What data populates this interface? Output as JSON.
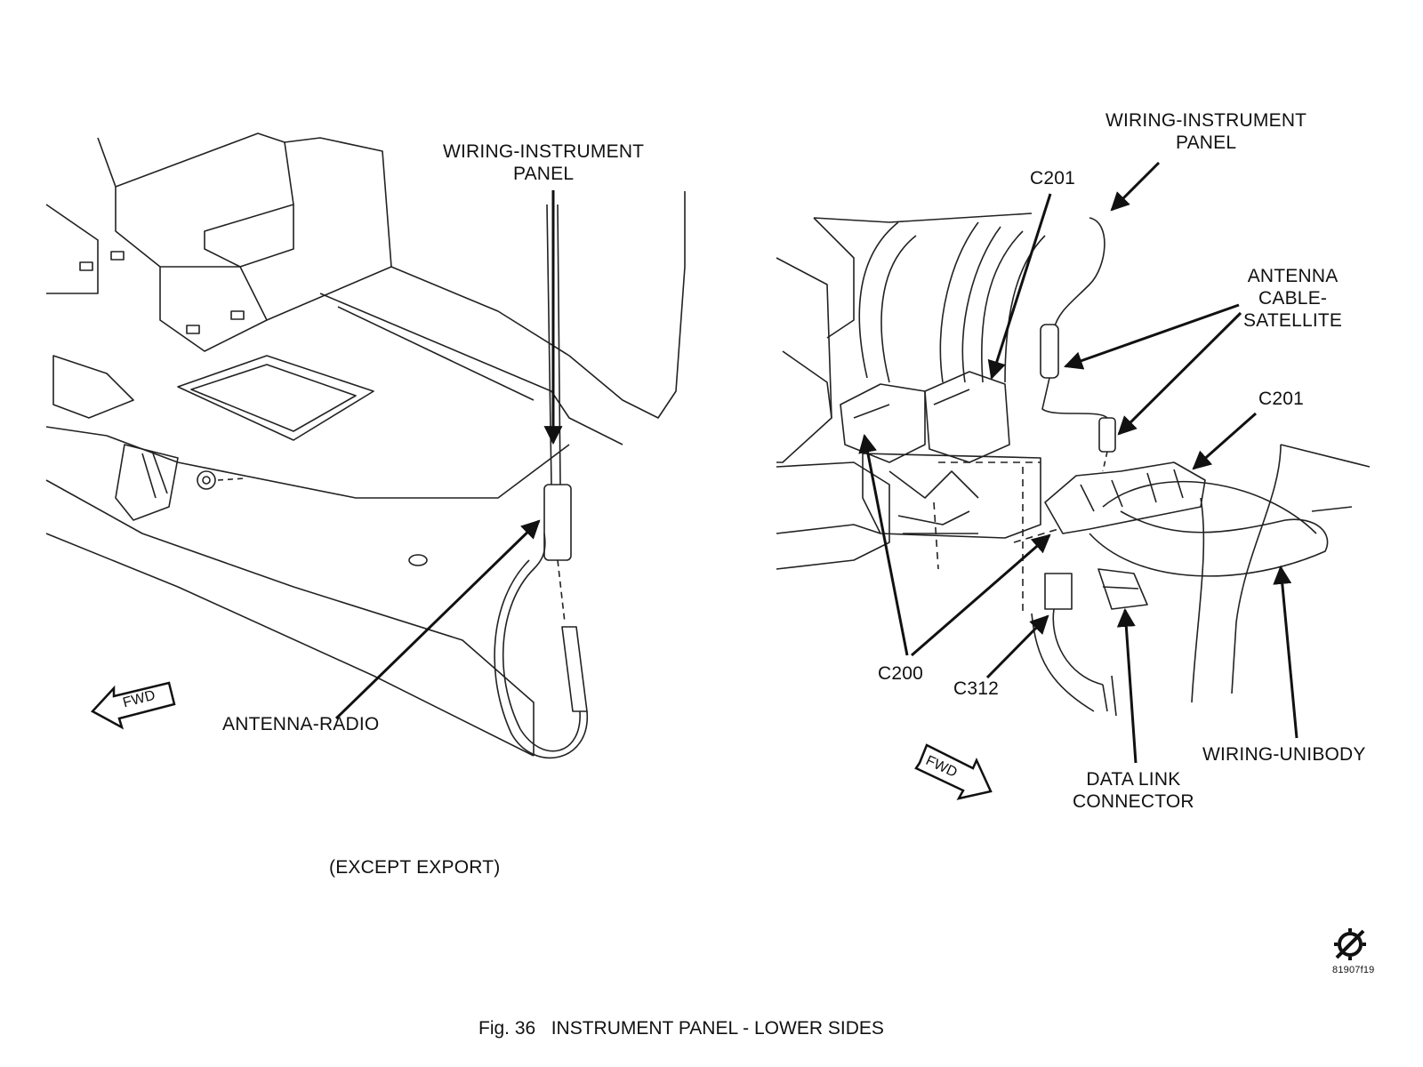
{
  "left_view": {
    "label_wiring": {
      "line1": "WIRING-INSTRUMENT",
      "line2": "PANEL"
    },
    "label_antenna_radio": "ANTENNA-RADIO",
    "fwd": "FWD",
    "note": "(EXCEPT EXPORT)"
  },
  "right_view": {
    "label_wiring": {
      "line1": "WIRING-INSTRUMENT",
      "line2": "PANEL"
    },
    "label_c201_top": "C201",
    "label_antenna_sat": {
      "line1": "ANTENNA",
      "line2": "CABLE-",
      "line3": "SATELLITE"
    },
    "label_c201_right": "C201",
    "label_c200": "C200",
    "label_c312": "C312",
    "label_dlc": {
      "line1": "DATA LINK",
      "line2": "CONNECTOR"
    },
    "label_wiring_unibody": "WIRING-UNIBODY",
    "fwd": "FWD"
  },
  "figure_id": "81907f19",
  "caption": "Fig. 36   INSTRUMENT PANEL - LOWER SIDES"
}
